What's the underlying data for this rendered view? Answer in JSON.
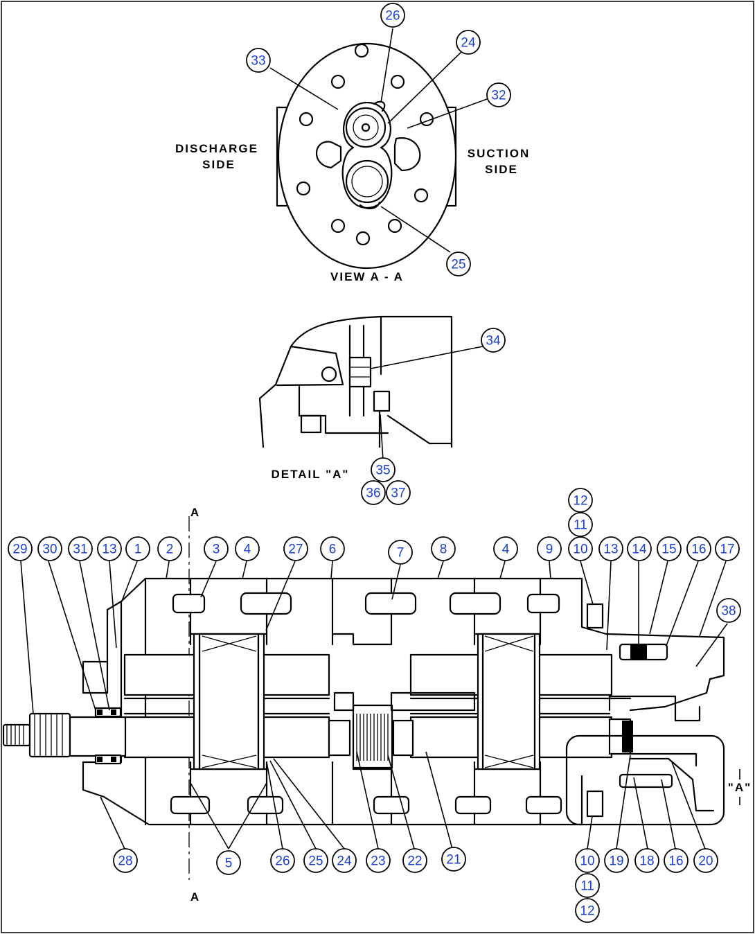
{
  "labels": {
    "discharge_1": "DISCHARGE",
    "discharge_2": "SIDE",
    "suction_1": "SUCTION",
    "suction_2": "SIDE",
    "view": "VIEW A - A",
    "detail": "DETAIL \"A\"",
    "section_top": "A",
    "section_bottom": "A",
    "detail_ref": "\"A\""
  },
  "callouts": {
    "c26_top": "26",
    "c24_top": "24",
    "c33": "33",
    "c32": "32",
    "c25_top": "25",
    "c34": "34",
    "c35": "35",
    "c36": "36",
    "c37": "37",
    "c12_top": "12",
    "c11_top": "11",
    "c29": "29",
    "c30": "30",
    "c31": "31",
    "c13_a": "13",
    "c1": "1",
    "c2": "2",
    "c3": "3",
    "c4_a": "4",
    "c27": "27",
    "c6": "6",
    "c7": "7",
    "c8": "8",
    "c4_b": "4",
    "c9": "9",
    "c10_top": "10",
    "c13_b": "13",
    "c14": "14",
    "c15": "15",
    "c16_top": "16",
    "c17": "17",
    "c38": "38",
    "c28": "28",
    "c5": "5",
    "c26_bot": "26",
    "c25_bot": "25",
    "c24_bot": "24",
    "c23": "23",
    "c22": "22",
    "c21": "21",
    "c10_bot": "10",
    "c19": "19",
    "c18": "18",
    "c16_bot": "16",
    "c20": "20",
    "c11_bot": "11",
    "c12_bot": "12"
  }
}
